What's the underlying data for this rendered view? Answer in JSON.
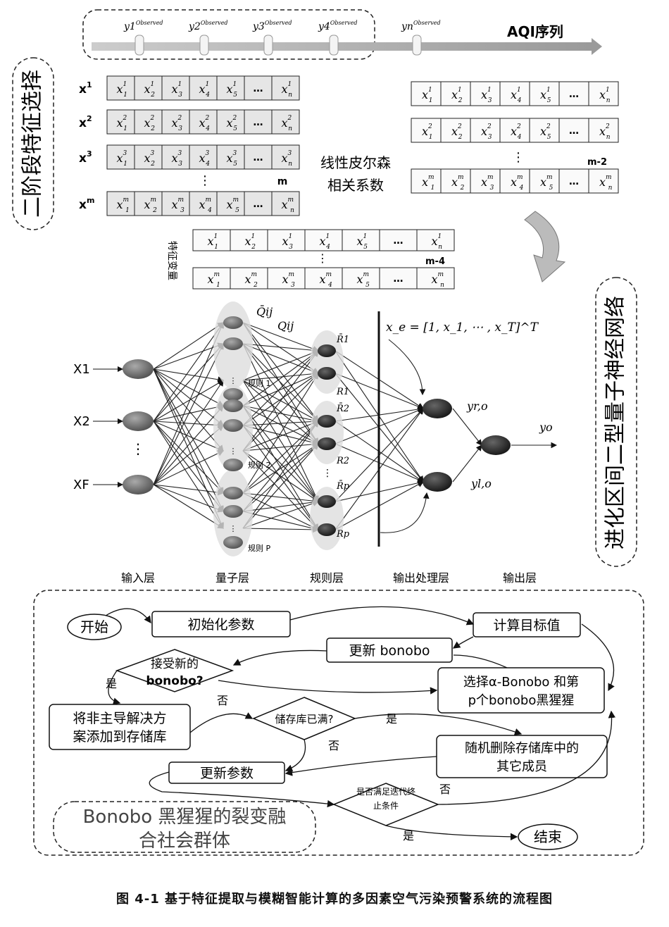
{
  "section_labels": {
    "stage_left": "二阶段特征选择",
    "stage_right": "进化区间二型量子神经网络",
    "bonobo_title_1": "Bonobo 黑猩猩的裂变融",
    "bonobo_title_2": "合社会群体"
  },
  "aqi": {
    "label": "AQI序列",
    "observed": [
      "y1",
      "y2",
      "y3",
      "y4",
      "yn"
    ],
    "observed_sup": "Observed"
  },
  "features_left": {
    "rows": [
      {
        "label": "x",
        "sup": "1",
        "cells": [
          "x1",
          "x2",
          "x3",
          "x4",
          "x5",
          "…",
          "xn"
        ]
      },
      {
        "label": "x",
        "sup": "2",
        "cells": [
          "x1",
          "x2",
          "x3",
          "x4",
          "x5",
          "…",
          "xn"
        ]
      },
      {
        "label": "x",
        "sup": "3",
        "cells": [
          "x1",
          "x2",
          "x3",
          "x4",
          "x5",
          "…",
          "xn"
        ]
      },
      {
        "label": "x",
        "sup": "m",
        "cells": [
          "x1",
          "x2",
          "x3",
          "x4",
          "x5",
          "…",
          "xn"
        ]
      }
    ],
    "dots": "⋮",
    "count_label": "m"
  },
  "pearson_label_1": "线性皮尔森",
  "pearson_label_2": "相关系数",
  "features_right": {
    "count_label": "m-2",
    "dots": "⋮"
  },
  "features_selected": {
    "label": "特征变量",
    "count_label": "m-4",
    "dots": "⋮"
  },
  "network": {
    "inputs": [
      "X1",
      "X2",
      "⋮",
      "XF"
    ],
    "xe_formula": "x_e = [1, x_1, ⋯ , x_T]^T",
    "rules": [
      "规则 1",
      "规则 2",
      "规则 P"
    ],
    "r_labels": [
      "R̄1",
      "R1",
      "R̄2",
      "R2",
      "R̄p",
      "Rp"
    ],
    "q_labels": [
      "Q̄ij",
      "Qij"
    ],
    "y_labels": [
      "yr,o",
      "yl,o",
      "yo"
    ],
    "layers": [
      "输入层",
      "量子层",
      "规则层",
      "输出处理层",
      "输出层"
    ]
  },
  "flow": {
    "start": "开始",
    "init": "初始化参数",
    "calc": "计算目标值",
    "update_bonobo": "更新 bonobo",
    "accept_1": "接受新的",
    "accept_2": "bonobo?",
    "select_1": "选择α-Bonobo 和第",
    "select_2": "p个bonobo黑猩猩",
    "add_1": "将非主导解决方",
    "add_2": "案添加到存储库",
    "full": "储存库已满?",
    "delete_1": "随机删除存储库中的",
    "delete_2": "其它成员",
    "update_params": "更新参数",
    "stop_1": "是否满足迭代终",
    "stop_2": "止条件",
    "end": "结束",
    "yes": "是",
    "no": "否"
  },
  "caption": "图 4-1    基于特征提取与模糊智能计算的多因素空气污染预警系统的流程图"
}
